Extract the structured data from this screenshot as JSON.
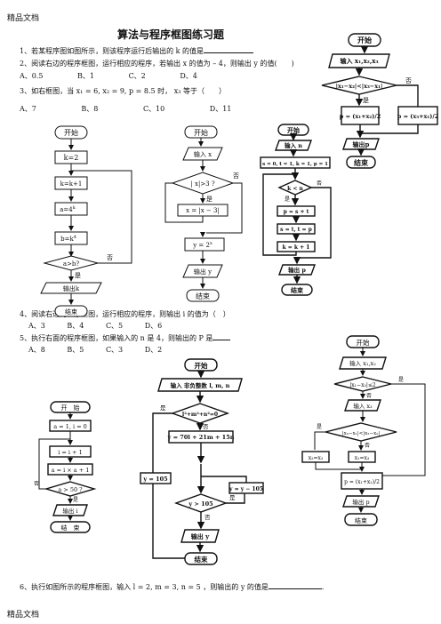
{
  "header": "精品文档",
  "footer": "精品文档",
  "title": "算法与程序框图练习题",
  "questions": {
    "q1": "1、若某程序图如图所示，则该程序运行后输出的 k 的值是",
    "q2": "2、阅读右边的程序框图，运行相应的程序，若输出 x 的值为 – 4，则输出 y 的值(　　)",
    "q2_options": [
      "A、0.5",
      "B、1",
      "C、2",
      "D、4"
    ],
    "q3": "3、如右框图，当 x₁ = 6, x₂ = 9, p = 8.5 时， x₃ 等于（　　）",
    "q3_options": [
      "A、7",
      "B、8",
      "C、10",
      "D、11"
    ],
    "q4": "4、阅读右边的程序框图，运行相应的程序，则输出 i 的值为（　）",
    "q4_options": [
      "A、3",
      "B、4",
      "C、5",
      "D、6"
    ],
    "q5": "5、执行右面的程序框图，如果输入的 n 是 4，则输出的 P 是",
    "q5_options": [
      "A、8",
      "B、5",
      "C、3",
      "D、2"
    ],
    "q6": "6、执行如图所示的程序框图，输入 l = 2, m = 3, n = 5 ，则输出的 y 的值是"
  },
  "flowcharts": {
    "fc1": {
      "start": "开始",
      "init": "k=2",
      "step": "k=k+1",
      "calc_a": "a=4",
      "sup_a": "k",
      "calc_b": "b=k",
      "sup_b": "4",
      "cond": "a>b?",
      "yes": "是",
      "no": "否",
      "output": "输出k",
      "end": "结束"
    },
    "fc2": {
      "start": "开始",
      "input": "输入 x",
      "cond": "| x|>3 ?",
      "yes": "是",
      "no": "否",
      "assign": "x = |x − 3|",
      "calc": "y = 2",
      "sup": "x",
      "output": "输出 y",
      "end": "结束"
    },
    "fc_q5": {
      "start": "开始",
      "input": "输入 n",
      "init": "s = 0, t = 1, k = 1, p = 1",
      "cond": "k < n",
      "yes": "是",
      "no": "否",
      "s1": "p = s + t",
      "s2": "s = t, t = p",
      "s3": "k = k + 1",
      "output": "输出 p",
      "end": "结束"
    },
    "fc3": {
      "start": "开始",
      "input": "输入 x₁,x₂,x₃",
      "cond": "|x₁−x₂|<|x₃−x₁|",
      "yes": "是",
      "no": "否",
      "left": "p = (x₁+x₂)/2",
      "right": "p = (x₃+x₁)/2",
      "output": "输出p",
      "end": "结束"
    },
    "fc_q4": {
      "start": "开　始",
      "init": "a = 1, i = 0",
      "s1": "i = i + 1",
      "s2": "a = i × a + 1",
      "cond": "a > 50 ?",
      "yes": "是",
      "no": "否",
      "output": "输出 i",
      "end": "结　束"
    },
    "fc_q6": {
      "start": "开始",
      "input": "输入 非负整数 l, m, n",
      "cond1": "l²+m²+n²=0",
      "yes": "是",
      "no": "否",
      "calc": "y = 70l + 21m + 15n",
      "left": "y = 105",
      "cond2": "y > 105",
      "sub": "y = y − 105",
      "output": "输出 y",
      "end": "结束"
    },
    "fc_r2": {
      "start": "开始",
      "input": "输入 x₁,x₂",
      "cond1": "|x₁−x₂|≤2",
      "yes": "是",
      "no": "否",
      "input2": "输入 x₃",
      "cond2": "|x₃−x₁|<|x₃−x₂|",
      "l": "x₂=x₃",
      "r": "x₁=x₃",
      "calc": "p = (x₁+x₂)/2",
      "output": "输出 p",
      "end": "结束"
    }
  }
}
